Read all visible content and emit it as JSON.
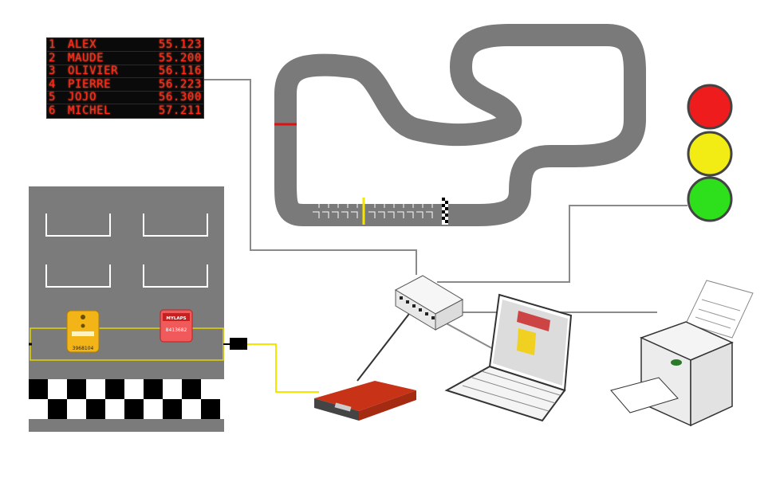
{
  "leaderboard": {
    "rows": [
      {
        "pos": "1",
        "name": "ALEX",
        "time": "55.123"
      },
      {
        "pos": "2",
        "name": "MAUDE",
        "time": "55.200"
      },
      {
        "pos": "3",
        "name": "OLIVIER",
        "time": "56.116"
      },
      {
        "pos": "4",
        "name": "PIERRE",
        "time": "56.223"
      },
      {
        "pos": "5",
        "name": "JOJO",
        "time": "56.300"
      },
      {
        "pos": "6",
        "name": "MICHEL",
        "time": "57.211"
      }
    ]
  },
  "transponders": {
    "yellow_id": "3968104",
    "red_brand": "MYLAPS",
    "red_id": "8413682"
  },
  "traffic_light": {
    "colors": [
      "#ee1c1c",
      "#f2ec14",
      "#2ee01c"
    ]
  },
  "colors": {
    "track": "#7a7a7a",
    "cable_gray": "#8a8a8a",
    "cable_yellow": "#f5e600",
    "decoder_red": "#d9381e"
  }
}
